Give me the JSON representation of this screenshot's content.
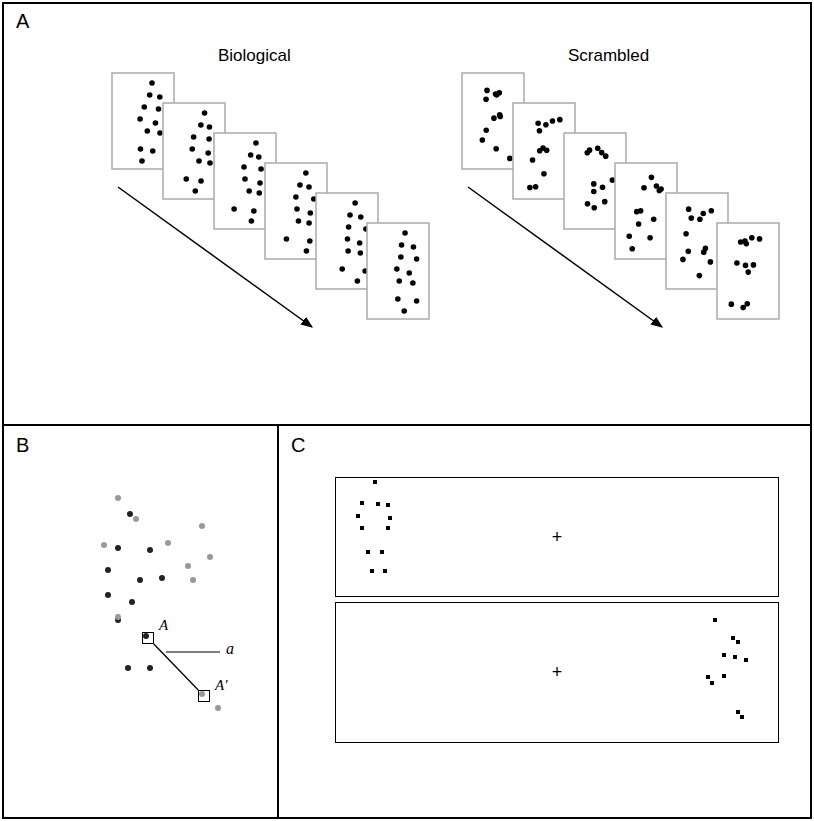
{
  "diagram": {
    "nodes": [
      {
        "text": [
          "A"
        ]
      },
      {
        "text": [
          "B"
        ]
      },
      {
        "text": [
          "C"
        ]
      },
      {
        "text": [
          "A"
        ],
        "in": 1
      },
      {
        "text": [
          "A'"
        ],
        "in": 1
      },
      {
        "text": [
          "+"
        ],
        "in": 2
      },
      {
        "text": [
          "+"
        ],
        "in": 2
      }
    ],
    "edges": [
      {
        "from": 3,
        "to": 4,
        "label": "a",
        "arrow": "none"
      }
    ],
    "labels": [
      "Biological",
      "Scrambled"
    ]
  }
}
